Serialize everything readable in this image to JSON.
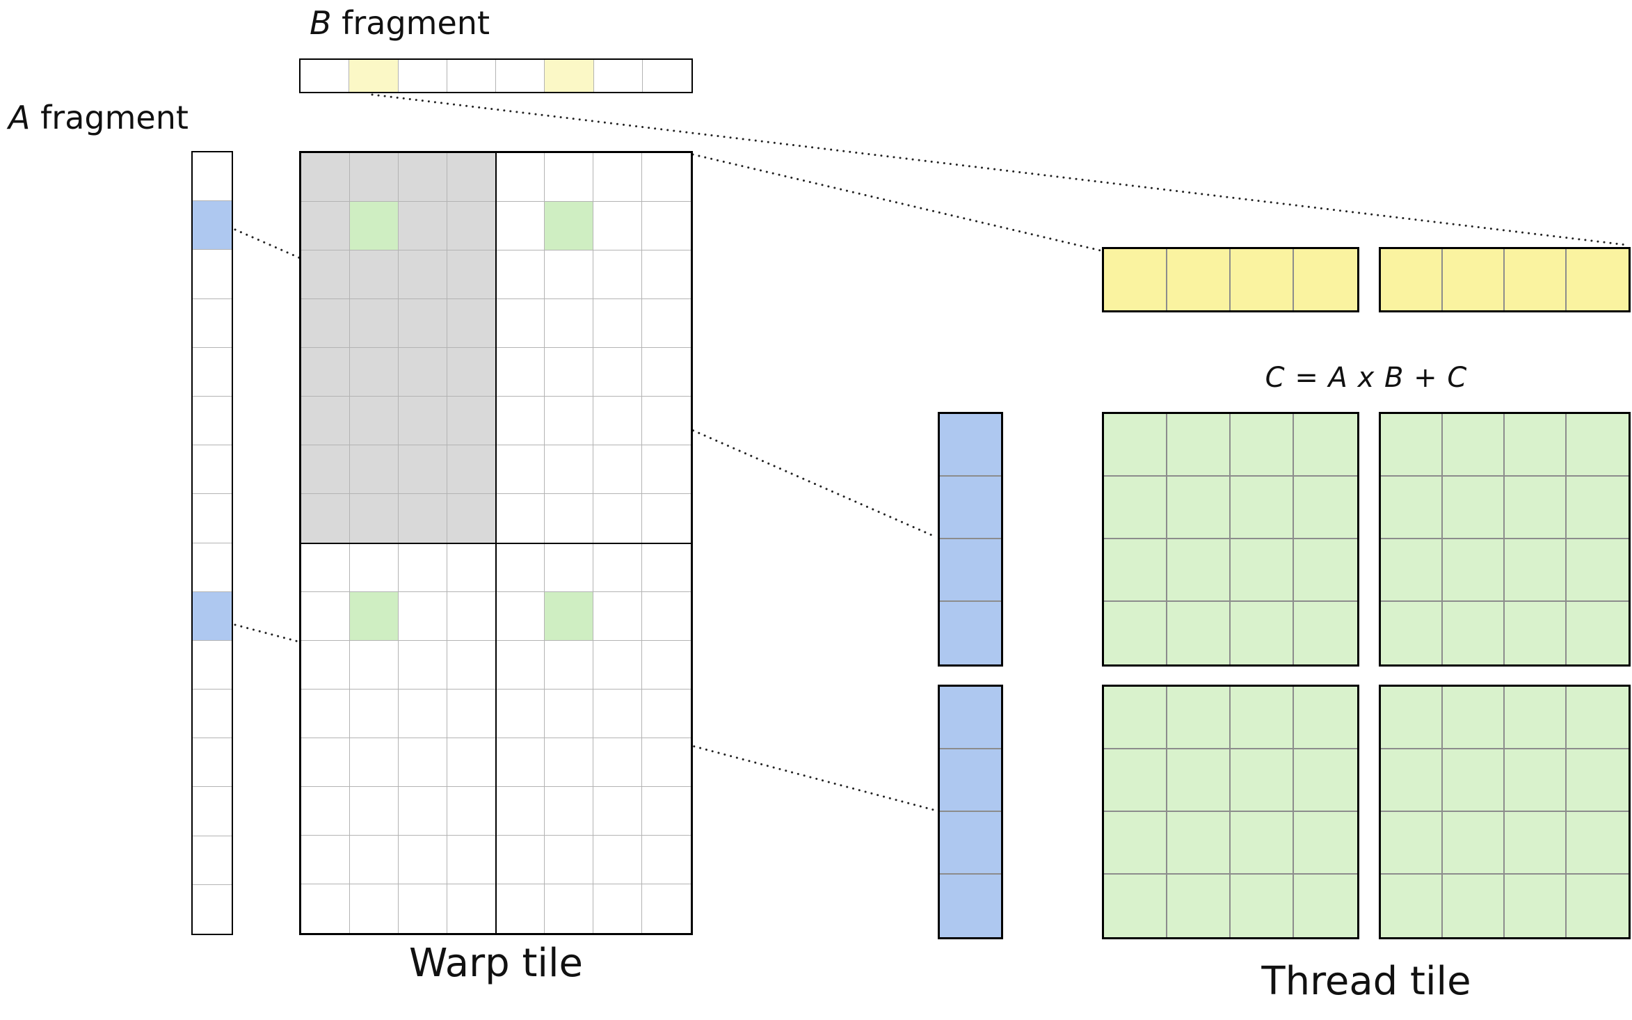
{
  "labels": {
    "a_fragment_italic": "A",
    "a_fragment_rest": " fragment",
    "b_fragment_italic": "B",
    "b_fragment_rest": " fragment",
    "warp_tile": "Warp tile",
    "thread_tile": "Thread tile",
    "equation": "C = A x B + C"
  },
  "colors": {
    "pale_yellow": "#FBF8C6",
    "yellow": "#FAF3A0",
    "blue": "#AEC8F0",
    "green": "#CFEEC2",
    "green_big": "#D9F2CC",
    "gray": "#D9D9D9",
    "thin_line": "#B3B3B3",
    "mid_line": "#8C8C8C",
    "black": "#000000",
    "white": "#FFFFFF"
  },
  "b_fragment_strip": {
    "rows": 1,
    "cols": 8,
    "fill": "white",
    "line_color": "thin_line",
    "line_w": 1.5,
    "highlight_color": "pale_yellow",
    "highlights": [
      [
        0,
        1
      ],
      [
        0,
        5
      ]
    ]
  },
  "a_fragment_strip": {
    "rows": 16,
    "cols": 1,
    "fill": "white",
    "line_color": "thin_line",
    "line_w": 1.5,
    "highlight_color": "blue",
    "highlights": [
      [
        1,
        0
      ],
      [
        9,
        0
      ]
    ]
  },
  "warp_tile_grid": {
    "rows": 16,
    "cols": 8,
    "fill": "white",
    "line_color": "thin_line",
    "line_w": 1,
    "highlight_color": "green",
    "highlights": [
      [
        1,
        1
      ],
      [
        1,
        5
      ],
      [
        9,
        1
      ],
      [
        9,
        5
      ]
    ],
    "gray_region": {
      "rows": 8,
      "cols": 4,
      "color": "gray"
    }
  },
  "yellow_tile_strip": {
    "rows": 1,
    "cols": 4,
    "fill": "yellow",
    "line_color": "mid_line",
    "line_w": 2.5
  },
  "blue_tile_strip": {
    "rows": 4,
    "cols": 1,
    "fill": "blue",
    "line_color": "mid_line",
    "line_w": 2.5
  },
  "thread_tile_grid": {
    "rows": 4,
    "cols": 4,
    "fill": "green_big",
    "line_color": "mid_line",
    "line_w": 2.5
  }
}
